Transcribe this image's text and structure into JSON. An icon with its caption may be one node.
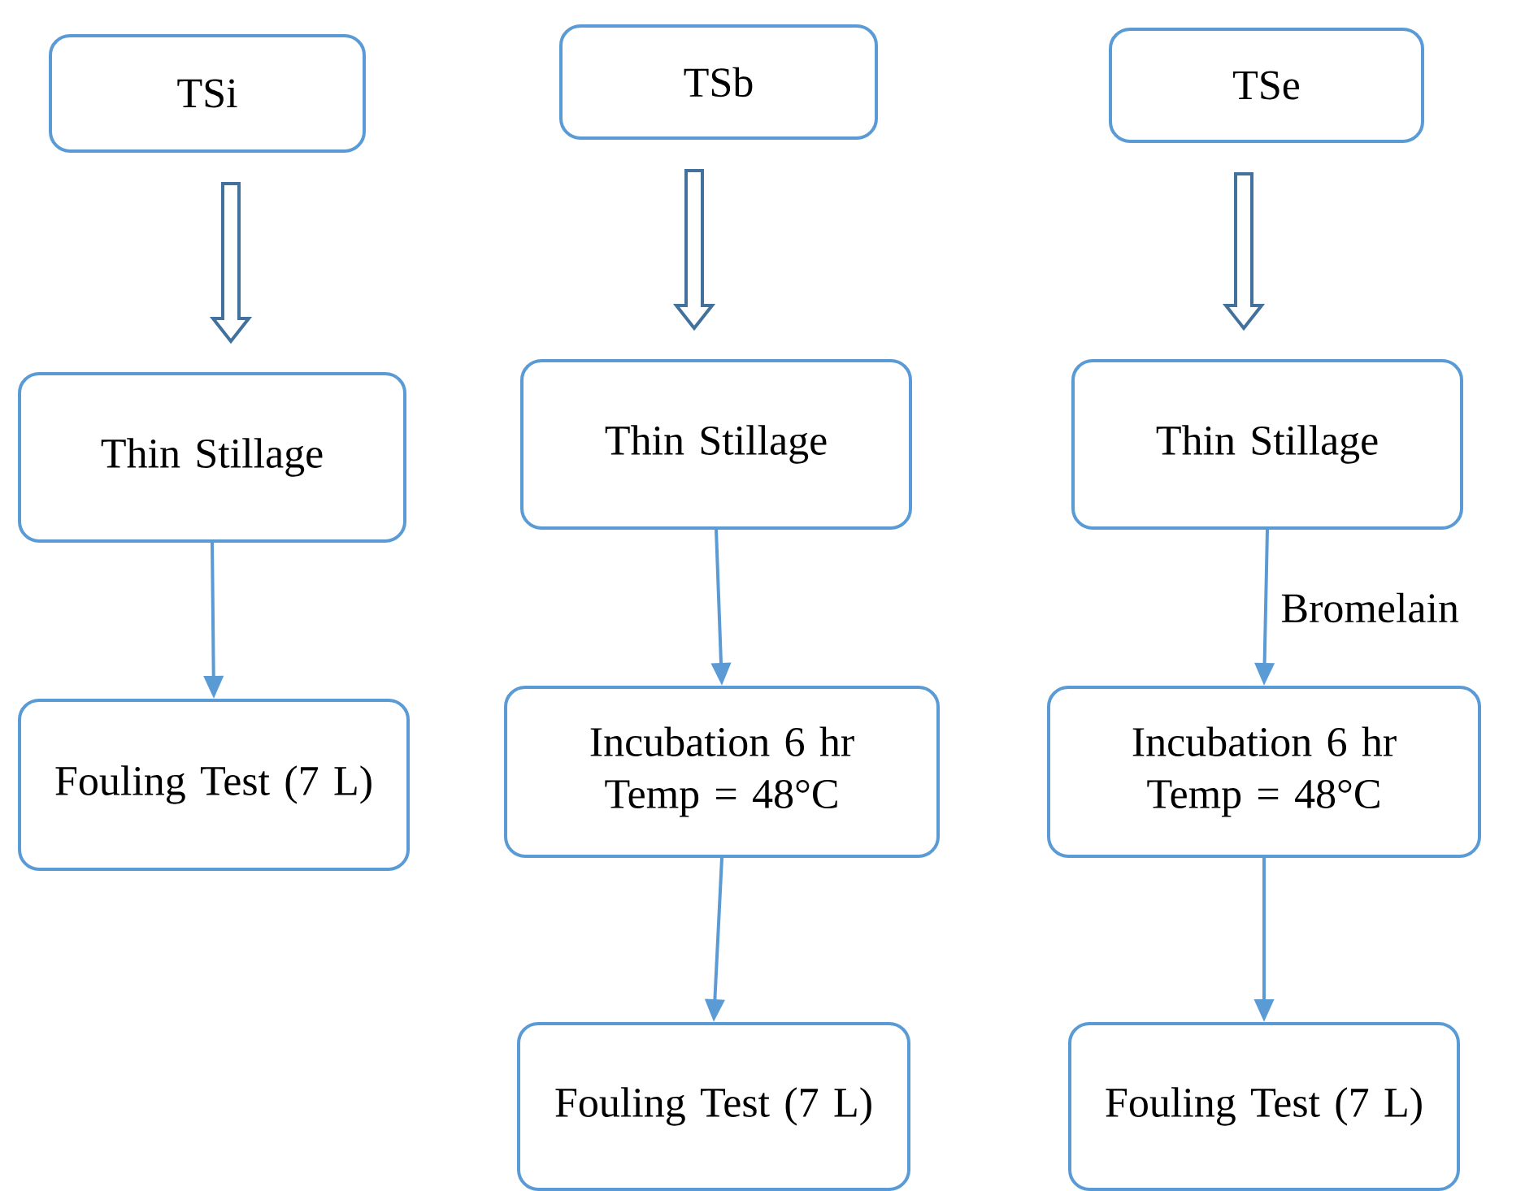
{
  "diagram": {
    "nodes": [
      {
        "text": [
          "TSi"
        ]
      },
      {
        "text": [
          "TSb"
        ]
      },
      {
        "text": [
          "TSe"
        ]
      },
      {
        "text": [
          "Thin Stillage"
        ]
      },
      {
        "text": [
          "Thin Stillage"
        ]
      },
      {
        "text": [
          "Thin Stillage"
        ]
      },
      {
        "text": [
          "Fouling Test (7 L)"
        ]
      },
      {
        "text": [
          "Incubation 6 hr Temp = 48°C"
        ]
      },
      {
        "text": [
          "Incubation 6 hr Temp = 48°C"
        ]
      },
      {
        "text": [
          "Fouling Test (7 L)"
        ]
      },
      {
        "text": [
          "Fouling Test (7 L)"
        ]
      }
    ],
    "edges": [
      {
        "from": 0,
        "to": 3,
        "arrow": "to",
        "style": "thick",
        "color": "#41719c"
      },
      {
        "from": 1,
        "to": 4,
        "arrow": "to",
        "style": "thick",
        "color": "#41719c"
      },
      {
        "from": 2,
        "to": 5,
        "arrow": "to",
        "style": "thick",
        "color": "#41719c"
      },
      {
        "from": 3,
        "to": 6,
        "arrow": "to"
      },
      {
        "from": 4,
        "to": 7,
        "arrow": "to"
      },
      {
        "from": 7,
        "to": 9,
        "arrow": "to"
      },
      {
        "from": 5,
        "to": 8,
        "arrow": "to",
        "label": "Bromelain"
      },
      {
        "from": 8,
        "to": 10,
        "arrow": "to"
      }
    ]
  }
}
